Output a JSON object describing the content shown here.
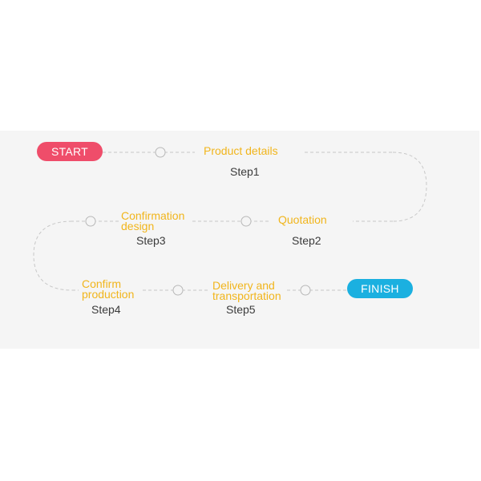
{
  "start": {
    "label": "START",
    "color": "#ef4d6a"
  },
  "finish": {
    "label": "FINISH",
    "color": "#1bb0e0"
  },
  "steps": [
    {
      "title": "Product details",
      "step": "Step1"
    },
    {
      "title": "Quotation",
      "step": "Step2"
    },
    {
      "title": "Confirmation\ndesign",
      "step": "Step3"
    },
    {
      "title": "Confirm\nproduction",
      "step": "Step4"
    },
    {
      "title": "Delivery and\ntransportation",
      "step": "Step5"
    }
  ],
  "colors": {
    "title": "#f1b51c",
    "step": "#3b3b3b",
    "connector": "#c8c8c8",
    "band": "#f5f5f5"
  }
}
